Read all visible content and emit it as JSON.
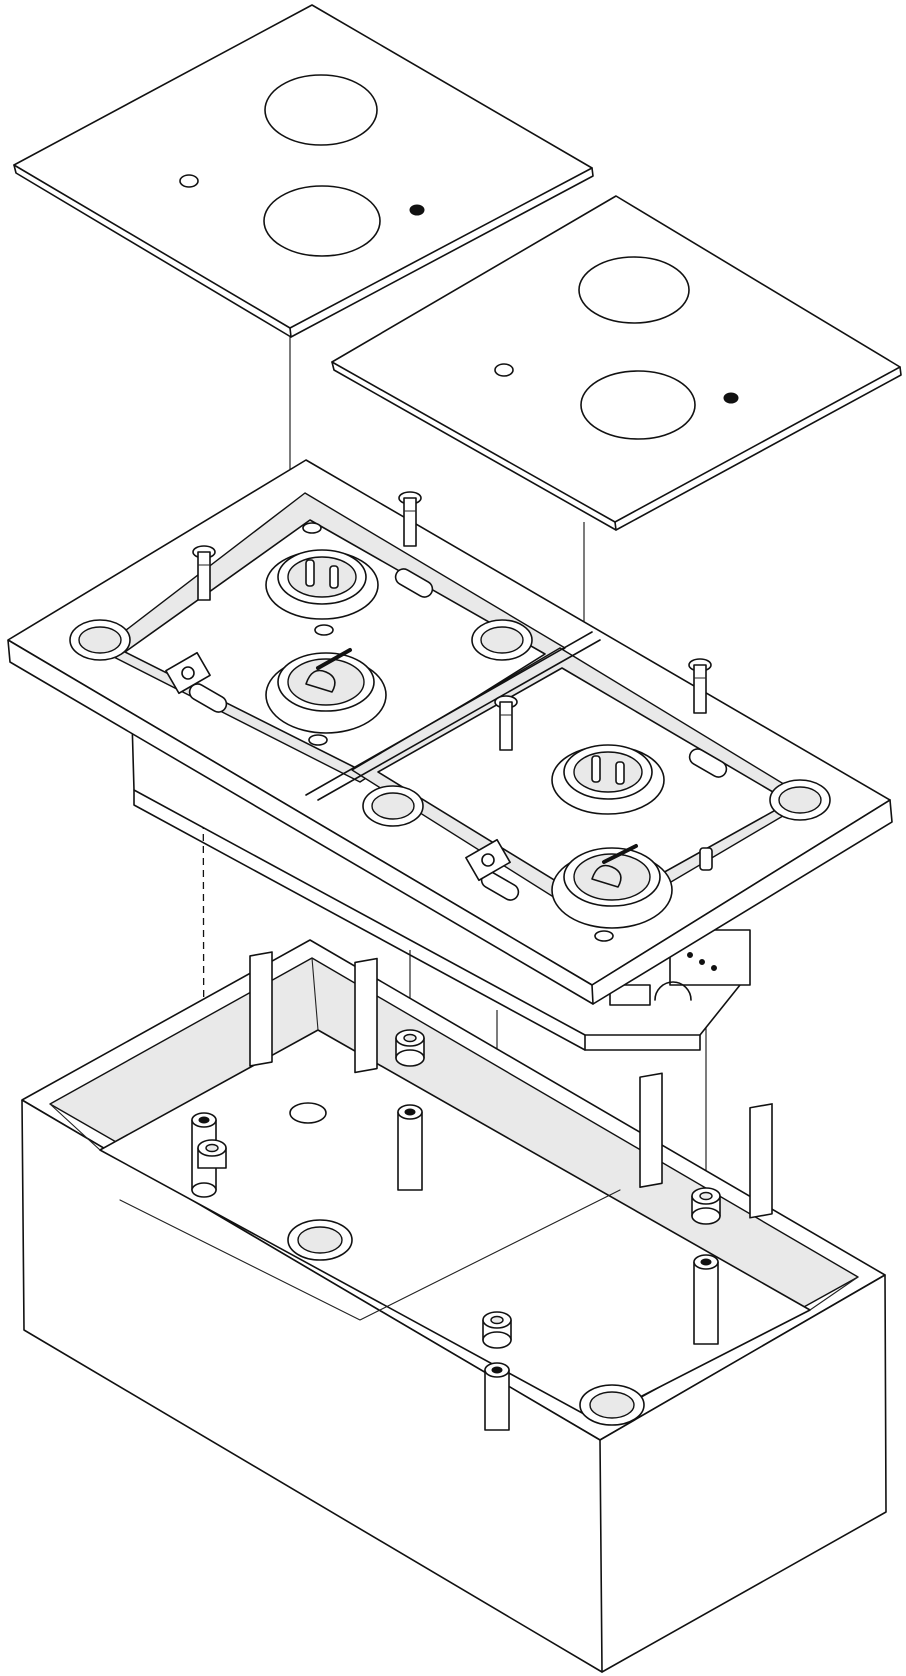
{
  "drawing": {
    "parts": [
      {
        "name": "cover-plate-left",
        "icon": "cover-plate-icon"
      },
      {
        "name": "cover-plate-right",
        "icon": "cover-plate-icon"
      },
      {
        "name": "connector-panel-frame",
        "icon": "panel-frame-icon"
      },
      {
        "name": "xlr-connector",
        "icon": "xlr-connector-icon"
      },
      {
        "name": "countersunk-screw",
        "icon": "screw-icon"
      },
      {
        "name": "spacer-sleeve",
        "icon": "spacer-icon"
      },
      {
        "name": "back-box",
        "icon": "enclosure-box-icon"
      }
    ],
    "colors": {
      "line": "#111111",
      "background": "#ffffff",
      "shade": "#e9e9e9"
    }
  }
}
